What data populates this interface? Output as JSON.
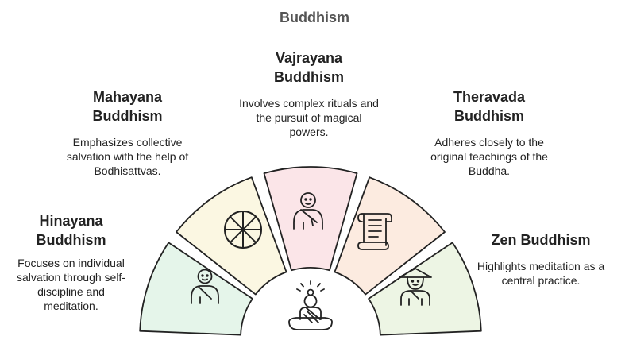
{
  "title": "Buddhism",
  "colors": {
    "hinayana": "#e5f5ea",
    "mahayana": "#fbf7e2",
    "vajrayana": "#fbe5e8",
    "theravada": "#fcebe0",
    "zen": "#edf5e4",
    "stroke": "#222222"
  },
  "branches": [
    {
      "name_line1": "Hinayana",
      "name_line2": "Buddhism",
      "description": "Focuses on individual salvation through self-discipline and meditation.",
      "icon": "monk-icon"
    },
    {
      "name_line1": "Mahayana",
      "name_line2": "Buddhism",
      "description": "Emphasizes collective salvation with the help of Bodhisattvas.",
      "icon": "dharma-wheel-icon"
    },
    {
      "name_line1": "Vajrayana",
      "name_line2": "Buddhism",
      "description": "Involves complex rituals and the pursuit of magical powers.",
      "icon": "monk-robe-icon"
    },
    {
      "name_line1": "Theravada",
      "name_line2": "Buddhism",
      "description": "Adheres closely to the original teachings of the Buddha.",
      "icon": "scroll-icon"
    },
    {
      "name_line1": "Zen Buddhism",
      "name_line2": "",
      "description": "Highlights meditation as a central practice.",
      "icon": "zen-monk-hat-icon"
    }
  ],
  "center_icon": "meditating-buddha-icon"
}
